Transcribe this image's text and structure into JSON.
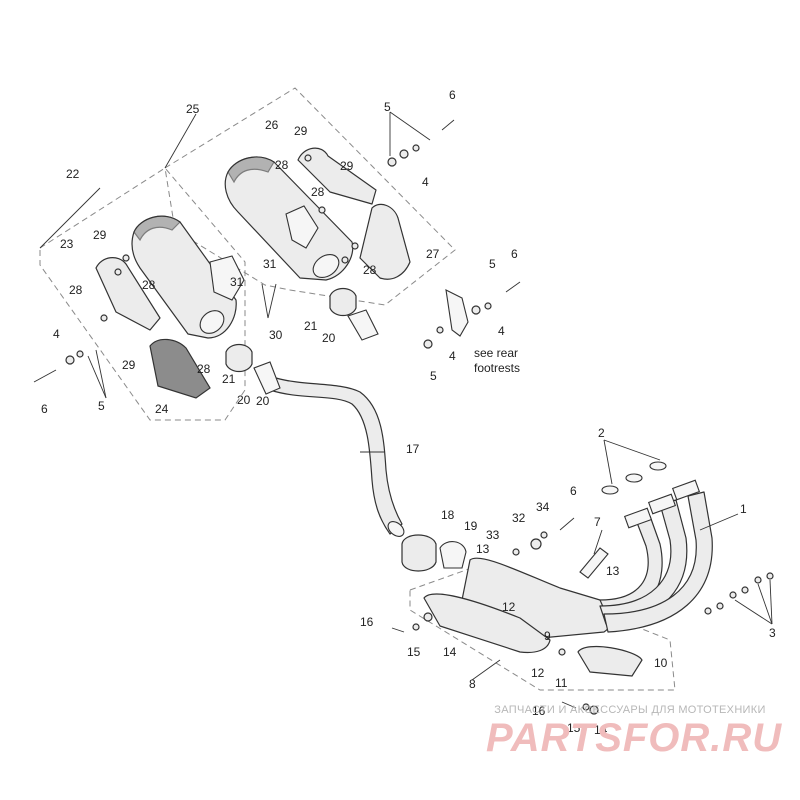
{
  "diagram": {
    "callouts": [
      {
        "id": "c1",
        "text": "1"
      },
      {
        "id": "c2",
        "text": "2"
      },
      {
        "id": "c3",
        "text": "3"
      },
      {
        "id": "c4a",
        "text": "4"
      },
      {
        "id": "c4b",
        "text": "4"
      },
      {
        "id": "c4c",
        "text": "4"
      },
      {
        "id": "c4d",
        "text": "4"
      },
      {
        "id": "c5a",
        "text": "5"
      },
      {
        "id": "c5b",
        "text": "5"
      },
      {
        "id": "c5c",
        "text": "5"
      },
      {
        "id": "c5d",
        "text": "5"
      },
      {
        "id": "c6a",
        "text": "6"
      },
      {
        "id": "c6b",
        "text": "6"
      },
      {
        "id": "c6c",
        "text": "6"
      },
      {
        "id": "c6d",
        "text": "6"
      },
      {
        "id": "c7",
        "text": "7"
      },
      {
        "id": "c8",
        "text": "8"
      },
      {
        "id": "c9",
        "text": "9"
      },
      {
        "id": "c10",
        "text": "10"
      },
      {
        "id": "c11",
        "text": "11"
      },
      {
        "id": "c12a",
        "text": "12"
      },
      {
        "id": "c12b",
        "text": "12"
      },
      {
        "id": "c13a",
        "text": "13"
      },
      {
        "id": "c13b",
        "text": "13"
      },
      {
        "id": "c14a",
        "text": "14"
      },
      {
        "id": "c14b",
        "text": "14"
      },
      {
        "id": "c15a",
        "text": "15"
      },
      {
        "id": "c15b",
        "text": "15"
      },
      {
        "id": "c16a",
        "text": "16"
      },
      {
        "id": "c16b",
        "text": "16"
      },
      {
        "id": "c17",
        "text": "17"
      },
      {
        "id": "c18",
        "text": "18"
      },
      {
        "id": "c19",
        "text": "19"
      },
      {
        "id": "c20a",
        "text": "20"
      },
      {
        "id": "c20b",
        "text": "20"
      },
      {
        "id": "c20c",
        "text": "20"
      },
      {
        "id": "c21a",
        "text": "21"
      },
      {
        "id": "c21b",
        "text": "21"
      },
      {
        "id": "c22",
        "text": "22"
      },
      {
        "id": "c23",
        "text": "23"
      },
      {
        "id": "c24",
        "text": "24"
      },
      {
        "id": "c25",
        "text": "25"
      },
      {
        "id": "c26",
        "text": "26"
      },
      {
        "id": "c27",
        "text": "27"
      },
      {
        "id": "c28a",
        "text": "28"
      },
      {
        "id": "c28b",
        "text": "28"
      },
      {
        "id": "c28c",
        "text": "28"
      },
      {
        "id": "c28d",
        "text": "28"
      },
      {
        "id": "c28e",
        "text": "28"
      },
      {
        "id": "c28f",
        "text": "28"
      },
      {
        "id": "c29a",
        "text": "29"
      },
      {
        "id": "c29b",
        "text": "29"
      },
      {
        "id": "c29c",
        "text": "29"
      },
      {
        "id": "c29d",
        "text": "29"
      },
      {
        "id": "c30",
        "text": "30"
      },
      {
        "id": "c31a",
        "text": "31"
      },
      {
        "id": "c31b",
        "text": "31"
      },
      {
        "id": "c32",
        "text": "32"
      },
      {
        "id": "c33",
        "text": "33"
      },
      {
        "id": "c34",
        "text": "34"
      }
    ],
    "note_line1": "see rear",
    "note_line2": "footrests"
  },
  "watermark": {
    "subtitle": "ЗАПЧАСТИ И АКСЕССУАРЫ ДЛЯ МОТОТЕХНИКИ",
    "logo": "PARTSFOR.RU"
  }
}
